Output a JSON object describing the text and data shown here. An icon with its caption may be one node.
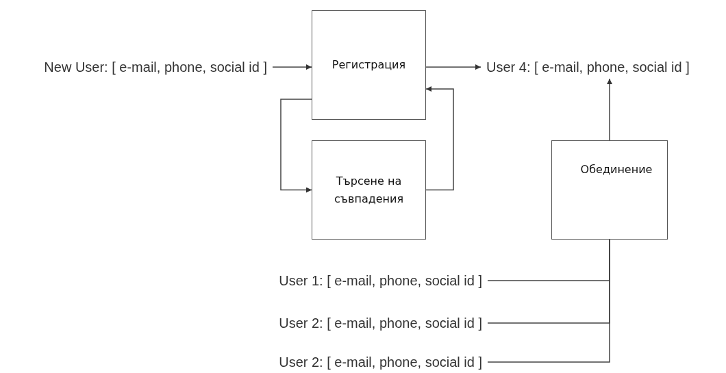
{
  "diagram": {
    "nodes": [
      {
        "text": [
          "New User: [ e-mail, phone, social id ]"
        ]
      },
      {
        "text": [
          "Регистрация"
        ]
      },
      {
        "text": [
          "User 4: [ e-mail, phone, social id ]"
        ]
      },
      {
        "text": [
          "Търсене на съвпадения"
        ]
      },
      {
        "text": [
          "Обединение"
        ]
      },
      {
        "text": [
          "User 1: [ e-mail, phone, social id ]"
        ]
      },
      {
        "text": [
          "User 2: [ e-mail, phone, social id ]"
        ]
      },
      {
        "text": [
          "User 2: [ e-mail, phone, social id ]"
        ]
      }
    ],
    "edges": [
      {
        "from": 0,
        "to": 1,
        "arrow": "to"
      },
      {
        "from": 1,
        "to": 2,
        "arrow": "to"
      },
      {
        "from": 1,
        "to": 3,
        "arrow": "to"
      },
      {
        "from": 3,
        "to": 1,
        "arrow": "to"
      },
      {
        "from": 4,
        "to": 2,
        "arrow": "to"
      },
      {
        "from": 5,
        "to": 4,
        "arrow": "none"
      },
      {
        "from": 6,
        "to": 4,
        "arrow": "none"
      },
      {
        "from": 7,
        "to": 4,
        "arrow": "none"
      }
    ]
  }
}
